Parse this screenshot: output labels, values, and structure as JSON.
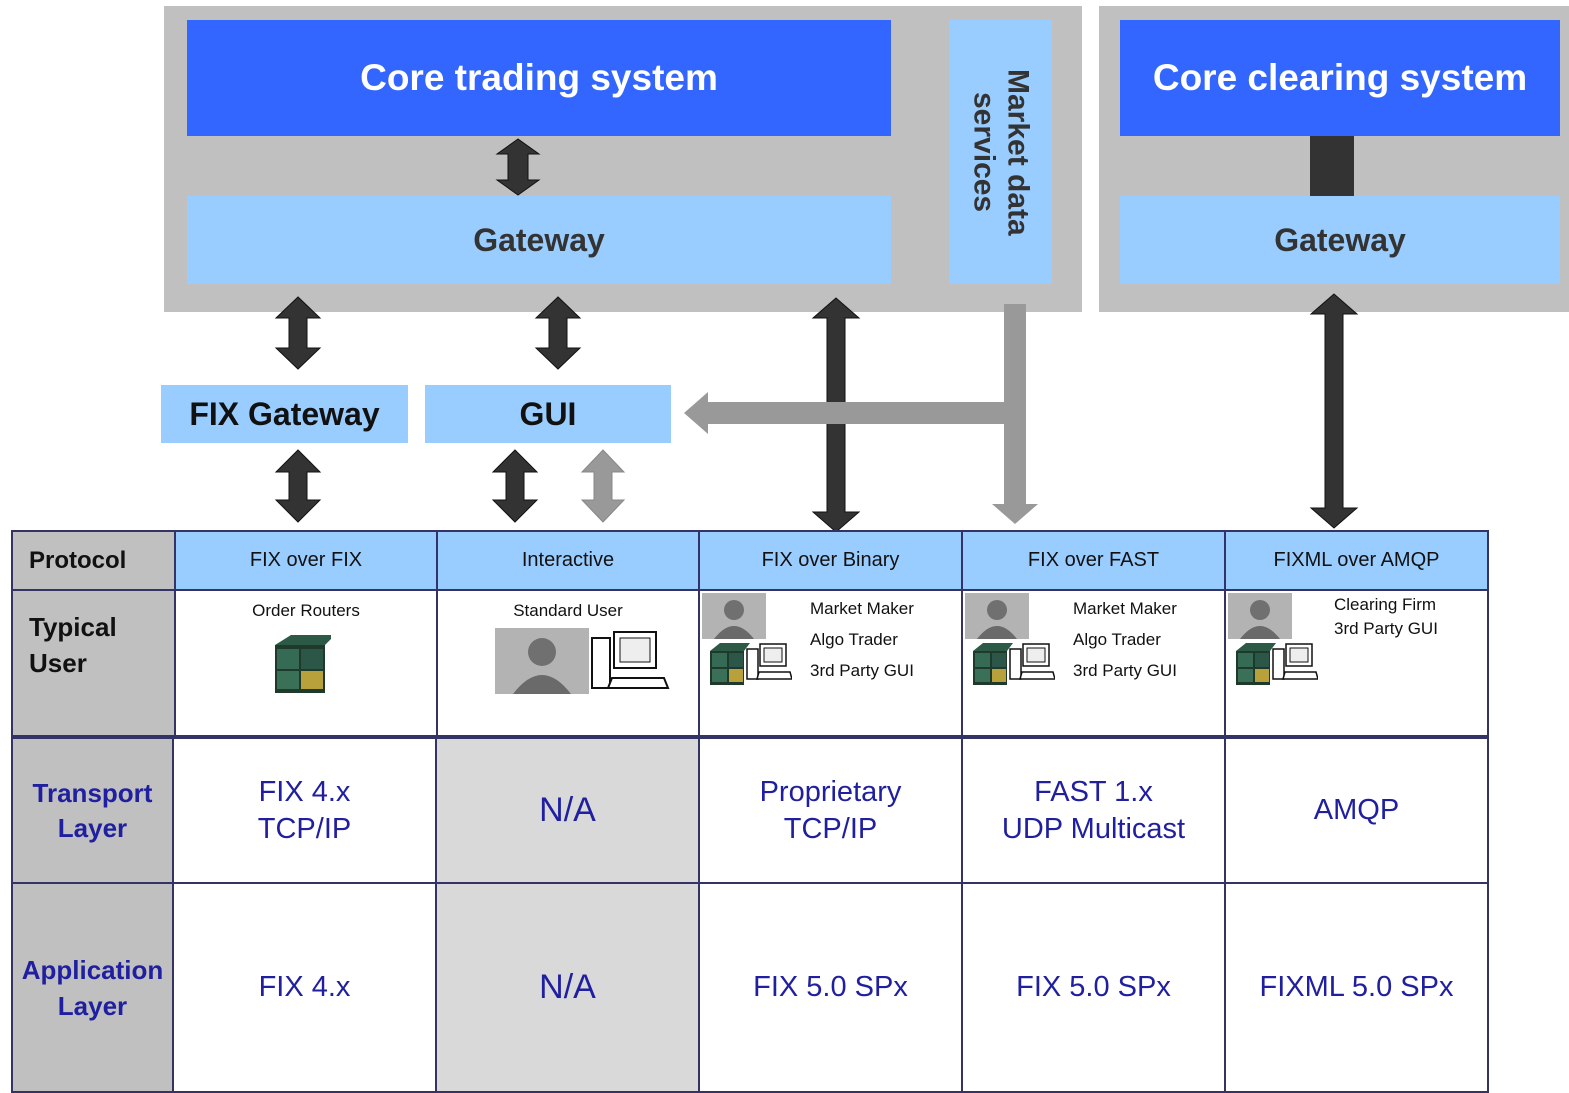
{
  "top": {
    "core_trading": "Core trading system",
    "gateway_left": "Gateway",
    "market_data": "Market data services",
    "core_clearing": "Core clearing system",
    "gateway_right": "Gateway"
  },
  "mid": {
    "fix_gateway": "FIX Gateway",
    "gui": "GUI"
  },
  "table": {
    "protocol_header": "Protocol",
    "typical_user_header": "Typical User",
    "protocols": [
      "FIX over FIX",
      "Interactive",
      "FIX over Binary",
      "FIX over FAST",
      "FIXML over AMQP"
    ],
    "users": [
      [
        "Order Routers"
      ],
      [
        "Standard User"
      ],
      [
        "Market Maker",
        "Algo Trader",
        "3rd Party GUI"
      ],
      [
        "Market Maker",
        "Algo Trader",
        "3rd Party GUI"
      ],
      [
        "Clearing Firm",
        "3rd Party GUI"
      ]
    ],
    "transport_header": "Transport Layer",
    "transport": [
      "FIX 4.x\nTCP/IP",
      "N/A",
      "Proprietary\nTCP/IP",
      "FAST 1.x\nUDP Multicast",
      "AMQP"
    ],
    "application_header": "Application Layer",
    "application": [
      "FIX 4.x",
      "N/A",
      "FIX 5.0 SPx",
      "FIX 5.0 SPx",
      "FIXML 5.0 SPx"
    ]
  },
  "icons": [
    "server-icon",
    "person-icon",
    "computer-icon"
  ],
  "colors": {
    "core_blue": "#3366ff",
    "light_blue": "#99ccff",
    "panel_gray": "#c0c0c0",
    "arrow_dark": "#333333",
    "arrow_light": "#999999",
    "text_navy": "#1f1fa0"
  }
}
